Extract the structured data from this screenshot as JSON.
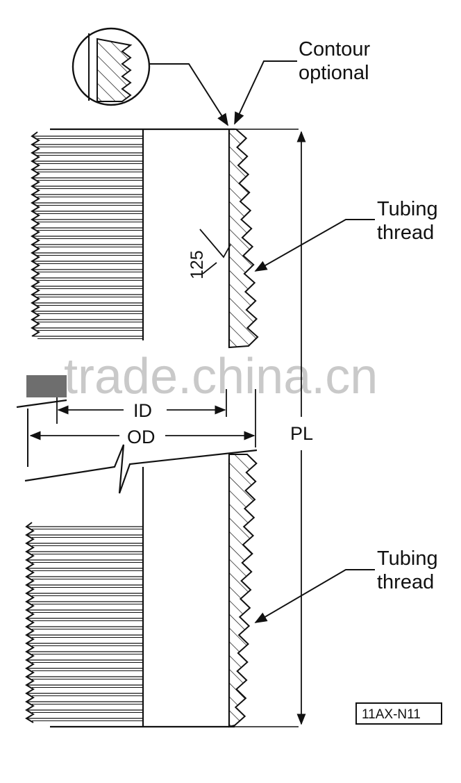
{
  "labels": {
    "contour_line1": "Contour",
    "contour_line2": "optional",
    "tubing_upper_line1": "Tubing",
    "tubing_upper_line2": "thread",
    "tubing_lower_line1": "Tubing",
    "tubing_lower_line2": "thread",
    "roughness": "125",
    "id": "ID",
    "od": "OD",
    "pl": "PL",
    "part_code": "11AX-N11"
  },
  "watermark": "trade.china.cn",
  "colors": {
    "ink": "#111111",
    "watermark": "#c9c9c9",
    "background": "#ffffff"
  },
  "icons": {
    "arrowhead": "arrowhead-icon",
    "break_symbol": "break-symbol-icon"
  }
}
